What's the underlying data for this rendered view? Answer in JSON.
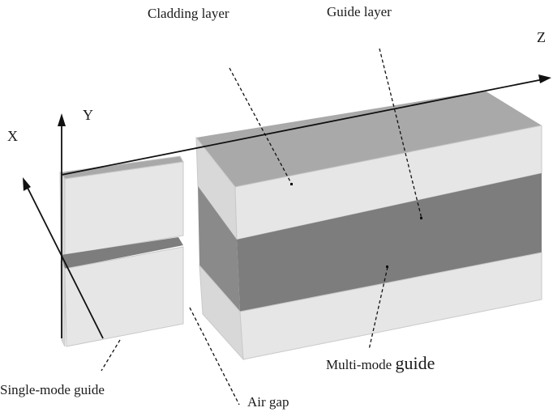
{
  "labels": {
    "cladding": "Cladding layer",
    "guide": "Guide layer",
    "multimode_text": "Multi-mode ",
    "multimode_big": "guide",
    "singlemode": "Single-mode guide",
    "airgap": "Air gap"
  },
  "axes": {
    "x": "X",
    "y": "Y",
    "z": "Z"
  },
  "colors": {
    "cladding_face": "#e6e6e6",
    "cladding_top": "#a9a9a9",
    "guide_front": "#7d7d7d",
    "guide_side": "#8a8a8a",
    "side_face": "#d8d8d8",
    "ink": "#111111"
  }
}
